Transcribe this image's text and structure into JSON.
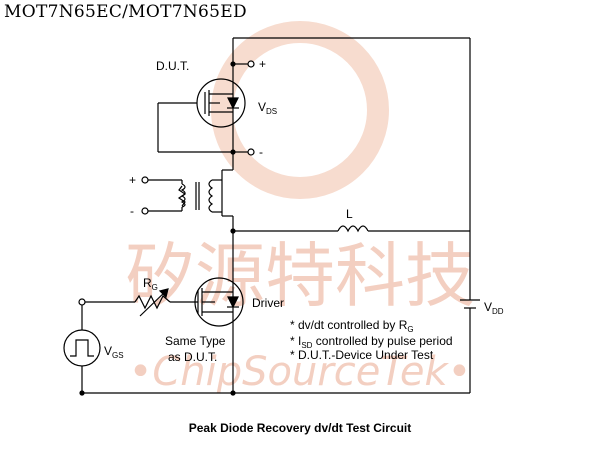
{
  "header": {
    "title": "MOT7N65EC/MOT7N65ED"
  },
  "watermark": {
    "cn": "矽源特科技",
    "en": "•ChipSourceTek•"
  },
  "labels": {
    "dut": "D.U.T.",
    "plus": "+",
    "minus": "-",
    "vds": "V",
    "vds_sub": "DS",
    "src_plus": "+",
    "src_minus": "-",
    "inductor": "L",
    "rg": "R",
    "rg_sub": "G",
    "driver": "Driver",
    "same_type_1": "Same Type",
    "same_type_2": "as D.U.T.",
    "vgs": "V",
    "vgs_sub": "GS",
    "vdd": "V",
    "vdd_sub": "DD"
  },
  "notes": {
    "n1_a": "* dv/dt controlled by R",
    "n1_sub": "G",
    "n2_a": "* I",
    "n2_sub": "SD",
    "n2_b": " controlled by pulse period",
    "n3": "* D.U.T.-Device Under Test"
  },
  "caption": "Peak Diode Recovery dv/dt Test Circuit",
  "colors": {
    "watermark": "#f3cfc1",
    "wire": "#000000"
  }
}
